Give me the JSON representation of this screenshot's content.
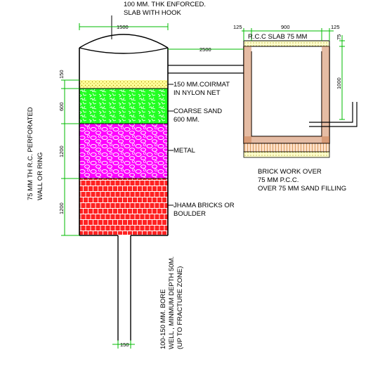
{
  "labels": {
    "slab_line1": "100 MM. THK ENFORCED.",
    "slab_line2": "SLAB WITH HOOK",
    "coirmat_line1": "150 MM.COIRMAT",
    "coirmat_line2": "IN NYLON NET",
    "sand_line1": "COARSE SAND",
    "sand_line2": "600 MM.",
    "metal": "METAL",
    "bricks_line1": "JHAMA BRICKS OR",
    "bricks_line2": "BOULDER",
    "wall_line1": "75 MM TH R.C. PERFORATED",
    "wall_line2": "WALL OR RING",
    "bore_line1": "100-150 MM. BORE",
    "bore_line2": "WELL , MINMUM DEPTH 50M.",
    "bore_line3": "(UP TO FRACTURE ZONE)",
    "rcc_slab": "R.C.C SLAB 75 MM",
    "brickwork_line1": "BRICK WORK OVER",
    "brickwork_line2": "75 MM P.C.C.",
    "brickwork_line3": "OVER 75 MM SAND FILLING"
  },
  "dimensions": {
    "well_width": "1500",
    "pipe_length": "2500",
    "tank_width": "900",
    "tank_left_offset": "125",
    "tank_right_offset": "125",
    "tank_top": "75",
    "tank_depth": "1000",
    "coirmat_height": "150",
    "sand_height": "600",
    "metal_height": "1200",
    "bricks_height": "1200",
    "bore_diameter": "150"
  },
  "colors": {
    "coirmat": "#ffff99",
    "sand": "#22ff22",
    "metal": "#ff00ff",
    "bricks": "#ff2222",
    "dimension": "#00bb00",
    "outline": "#000000"
  }
}
